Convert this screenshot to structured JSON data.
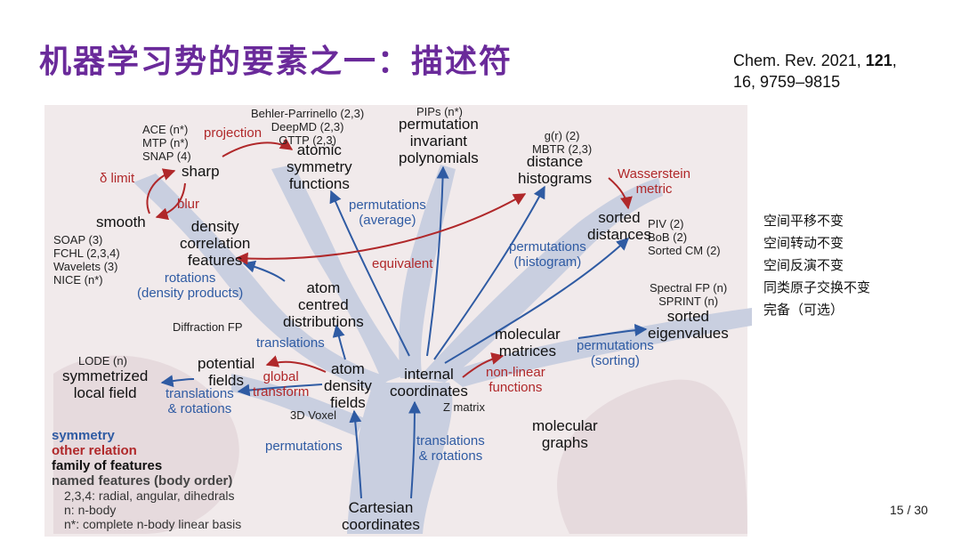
{
  "title": "机器学习势的要素之一：描述符",
  "citation": {
    "journal": "Chem. Rev. 2021, ",
    "volume": "121",
    "rest": ",",
    "pages": "16, 9759–9815"
  },
  "nodes": {
    "sharp": "sharp",
    "smooth": "smooth",
    "atomic_symmetry": [
      "atomic",
      "symmetry",
      "functions"
    ],
    "pip": [
      "permutation",
      "invariant",
      "polynomials"
    ],
    "dist_hist": [
      "distance",
      "histograms"
    ],
    "sorted_dist": [
      "sorted",
      "distances"
    ],
    "density_corr": [
      "density",
      "correlation",
      "features"
    ],
    "atom_centred": [
      "atom",
      "centred",
      "distributions"
    ],
    "molecular_matrices": [
      "molecular",
      "matrices"
    ],
    "sorted_eig": [
      "sorted",
      "eigenvalues"
    ],
    "potential_fields": [
      "potential",
      "fields"
    ],
    "symmetrized": [
      "symmetrized",
      "local field"
    ],
    "atom_density": [
      "atom",
      "density",
      "fields"
    ],
    "internal": [
      "internal",
      "coordinates"
    ],
    "molecular_graphs": [
      "molecular",
      "graphs"
    ],
    "cartesian": [
      "Cartesian",
      "coordinates"
    ]
  },
  "examples": {
    "sharp": [
      "ACE (n*)",
      "MTP (n*)",
      "SNAP (4)"
    ],
    "asf": [
      "Behler-Parrinello (2,3)",
      "DeepMD (2,3)",
      "GTTP (2,3)"
    ],
    "pip": "PIPs (n*)",
    "hist": [
      "g(r) (2)",
      "MBTR (2,3)"
    ],
    "smooth": [
      "SOAP (3)",
      "FCHL (2,3,4)",
      "Wavelets (3)",
      "NICE (n*)"
    ],
    "sorted": [
      "PIV (2)",
      "BoB (2)",
      "Sorted CM (2)"
    ],
    "spectral": [
      "Spectral FP (n)",
      "SPRINT (n)"
    ],
    "diffraction": "Diffraction FP",
    "lode": "LODE (n)",
    "voxel": "3D Voxel",
    "zmatrix": "Z matrix"
  },
  "relations": {
    "projection": "projection",
    "delta_limit": "δ limit",
    "blur": "blur",
    "wasserstein": [
      "Wasserstein",
      "metric"
    ],
    "perm_average": [
      "permutations",
      "(average)"
    ],
    "perm_hist": [
      "permutations",
      "(histogram)"
    ],
    "equivalent": "equivalent",
    "rotations": [
      "rotations",
      "(density products)"
    ],
    "translations": "translations",
    "perm_sorting": [
      "permutations",
      "(sorting)"
    ],
    "nonlinear": [
      "non-linear",
      "functions"
    ],
    "global_transform": [
      "global",
      "transform"
    ],
    "trans_rot_left": [
      "translations",
      "& rotations"
    ],
    "permutations": "permutations",
    "trans_rot_bottom": [
      "translations",
      "& rotations"
    ]
  },
  "legend": {
    "symmetry": "symmetry",
    "other": "other relation",
    "family": "family of features",
    "named": "named features (body order)",
    "sub": [
      "2,3,4: radial, angular, dihedrals",
      "n: n-body",
      "n*: complete n-body linear basis"
    ]
  },
  "notes": [
    "空间平移不变",
    "空间转动不变",
    "空间反演不变",
    "同类原子交换不变",
    "完备（可选）"
  ],
  "page_number": "15 / 30",
  "colors": {
    "title": "#6a2a9a",
    "symmetry": "#2f5ba3",
    "other": "#b0282a",
    "tree": "#c9cfe0",
    "panel": "#f1eaeb"
  }
}
